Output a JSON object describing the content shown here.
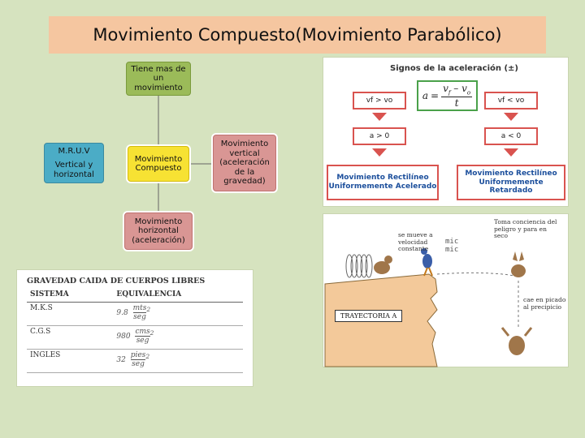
{
  "title": "Movimiento Compuesto(Movimiento Parabólico)",
  "diagram": {
    "top": "Tiene mas de un movimiento",
    "center": "Movimiento Compuesto",
    "left_title": "M.R.U.V",
    "left_sub": "Vertical y horizontal",
    "right": "Movimiento vertical (aceleración de la gravedad)",
    "bottom": "Movimiento horizontal (aceleración)"
  },
  "signs": {
    "heading": "Signos de la aceleración (±)",
    "formula_a": "a",
    "formula_eq": "=",
    "formula_num": "v",
    "formula_num_sub1": "f",
    "formula_minus": "–",
    "formula_num_sub2": "o",
    "formula_den": "t",
    "left_cond": "vf > vo",
    "right_cond": "vf < vo",
    "left_sign": "a > 0",
    "right_sign": "a < 0",
    "left_result_1": "Movimiento Rectilíneo",
    "left_result_2": "Uniformemente Acelerado",
    "right_result_1": "Movimiento Rectilíneo",
    "right_result_2": "Uniformemente Retardado"
  },
  "gravity": {
    "heading": "GRAVEDAD CAIDA DE CUERPOS LIBRES",
    "col1": "SISTEMA",
    "col2": "EQUIVALENCIA",
    "rows": [
      {
        "system": "M.K.S",
        "value": "9.8",
        "unit_num": "mts",
        "unit_den": "seg",
        "exp": "2"
      },
      {
        "system": "C.G.S",
        "value": "980",
        "unit_num": "cms",
        "unit_den": "seg",
        "exp": "2"
      },
      {
        "system": "INGLES",
        "value": "32",
        "unit_num": "pies",
        "unit_den": "seg",
        "exp": "2"
      }
    ]
  },
  "cartoon": {
    "text1": "se mueve a velocidad constante",
    "text2": "Toma conciencia del peligro y para en seco",
    "sound": "mic mic",
    "trajectory": "TRAYECTORIA A",
    "text3": "cae en picado al precipicio"
  },
  "colors": {
    "background": "#d6e3bf",
    "title_bg": "#f5c6a0",
    "green": "#9bbb59",
    "yellow": "#f7e233",
    "rose": "#d99694",
    "blue": "#4bacc6",
    "red_border": "#d9534f",
    "green_border": "#4aa14a"
  }
}
